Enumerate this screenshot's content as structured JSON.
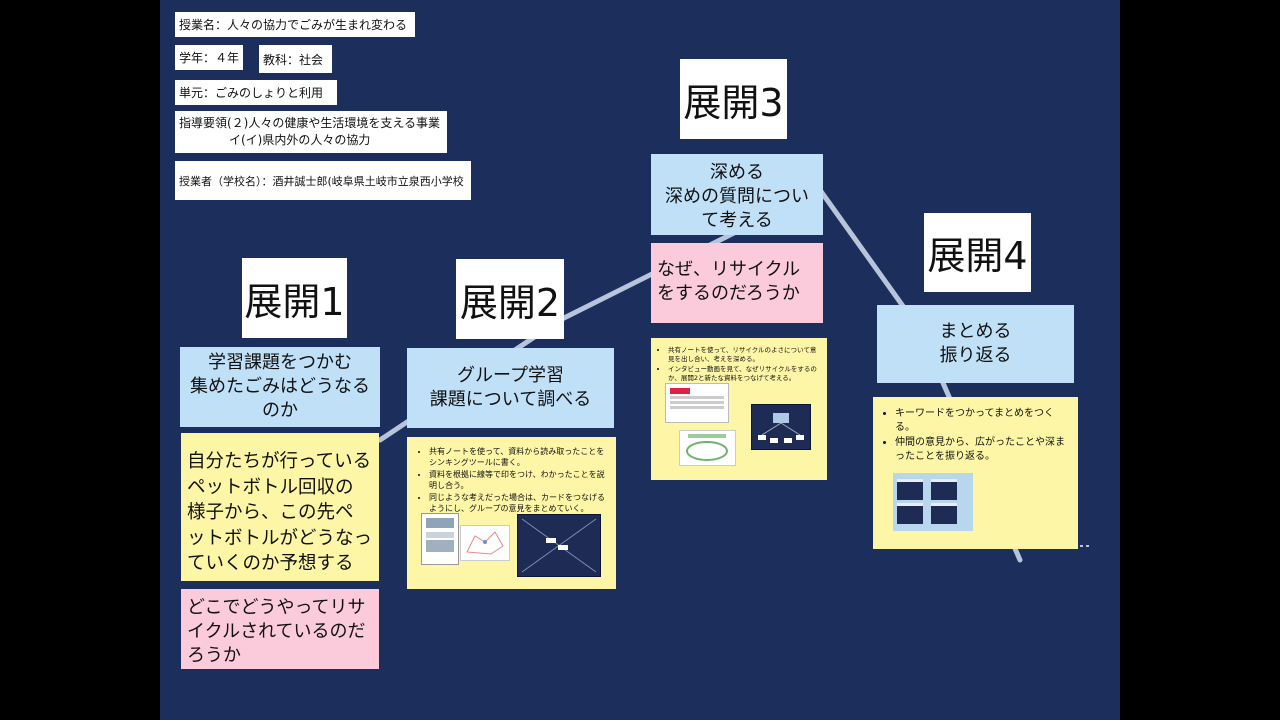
{
  "info": {
    "lesson": "授業名：人々の協力でごみが生まれ変わる",
    "grade": "学年：４年",
    "subject": "教科：社会",
    "unit": "単元：ごみのしょりと利用",
    "guideline_line1": "指導要領(２)人々の健康や生活環境を支える事業",
    "guideline_line2": "イ(イ)県内外の人々の協力",
    "teacher": "授業者（学校名）：酒井誠士郎(岐阜県土岐市立泉西小学校"
  },
  "phases": [
    {
      "title": "展開1",
      "goal": "学習課題をつかむ\n集めたごみはどうなる\nのか",
      "detail": "自分たちが行っている\nペットボトル回収の\n様子から、この先ペ\nットボトルがどうなっ\nていくのか予想する",
      "question": "どこでどうやってリサ\nイクルされているのだ\nろうか"
    },
    {
      "title": "展開2",
      "goal": "グループ学習\n課題について調べる",
      "notes": [
        "共有ノートを使って、資料から読み取ったことをシンキングツールに書く。",
        "資料を根拠に線等で印をつけ、わかったことを説明し合う。",
        "同じような考えだった場合は、カードをつなげるようにし、グループの意見をまとめていく。"
      ]
    },
    {
      "title": "展開3",
      "goal": "深める\n深めの質問につい\nて考える",
      "question": "なぜ、リサイクル\nをするのだろうか",
      "notes": [
        "共有ノートを使って、リサイクルのよさについて意見を出し合い、考えを深める。",
        "インタビュー動画を見て、なぜリサイクルをするのか、展開2と新たな資料をつなげて考える。"
      ]
    },
    {
      "title": "展開4",
      "goal": "まとめる\n振り返る",
      "notes": [
        "キーワードをつかってまとめをつくる。",
        "仲間の意見から、広がったことや深まったことを振り返る。"
      ]
    }
  ],
  "colors": {
    "background": "#1c2f5c",
    "blue_card": "#bfe0f7",
    "yellow_card": "#fdf6a6",
    "pink_card": "#fbcbdb",
    "flow_line": "#b7c4dc"
  }
}
